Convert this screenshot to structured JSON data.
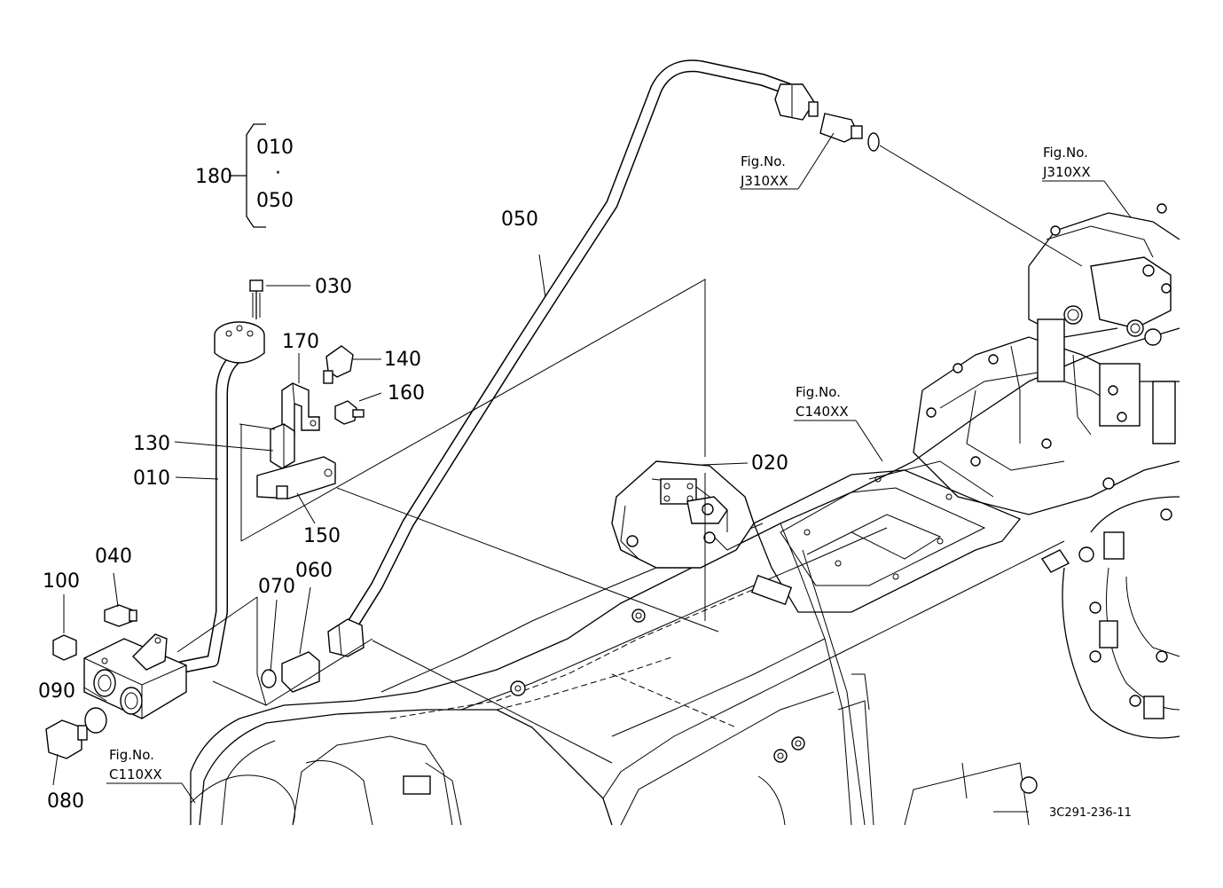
{
  "diagram": {
    "part_labels": {
      "p180": "180",
      "p010_set": "010",
      "p050_set": "050",
      "set_dot": "·",
      "p030": "030",
      "p170": "170",
      "p140": "140",
      "p160": "160",
      "p130": "130",
      "p010": "010",
      "p150": "150",
      "p050": "050",
      "p020": "020",
      "p040": "040",
      "p100": "100",
      "p070": "070",
      "p060": "060",
      "p090": "090",
      "p080": "080"
    },
    "figure_refs": {
      "j310_left": {
        "title": "Fig.No.",
        "code": "J310XX"
      },
      "j310_right": {
        "title": "Fig.No.",
        "code": "J310XX"
      },
      "c140": {
        "title": "Fig.No.",
        "code": "C140XX"
      },
      "c110": {
        "title": "Fig.No.",
        "code": "C110XX"
      }
    },
    "drawing_code": "3C291-236-11"
  }
}
